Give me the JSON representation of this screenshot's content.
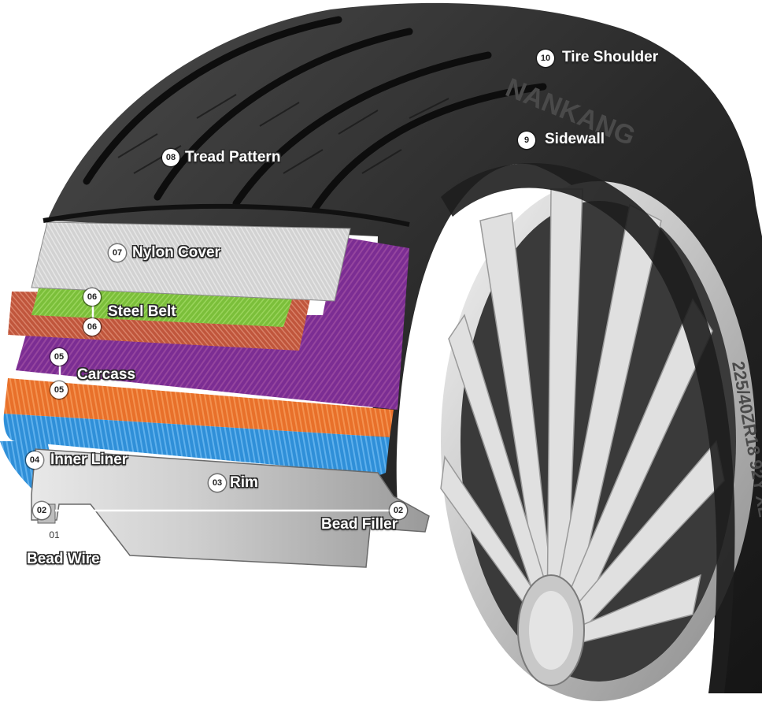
{
  "labels": {
    "tire_shoulder": {
      "num": "10",
      "text": "Tire Shoulder"
    },
    "sidewall": {
      "num": "9",
      "text": "Sidewall"
    },
    "tread_pattern": {
      "num": "08",
      "text": "Tread Pattern"
    },
    "nylon_cover": {
      "num": "07",
      "text": "Nylon Cover"
    },
    "steel_belt": {
      "num_top": "06",
      "num_bottom": "06",
      "text": "Steel Belt"
    },
    "carcass": {
      "num_top": "05",
      "num_bottom": "05",
      "text": "Carcass"
    },
    "inner_liner": {
      "num": "04",
      "text": "Inner Liner"
    },
    "rim": {
      "num": "03",
      "text": "Rim"
    },
    "bead_filler": {
      "num_left": "02",
      "num_right": "02",
      "text": "Bead Filler"
    },
    "bead_wire": {
      "num": "01",
      "text": "Bead Wire"
    }
  },
  "tire_markings": {
    "brand": "NANKANG",
    "size": "225/40ZR18 92Y XL"
  },
  "colors": {
    "nylon_cover": "#c8c8c8",
    "steel_belt": "#7bbf3a",
    "steel_belt_edge": "#c0563c",
    "carcass": "#7b2d93",
    "carcass_lower": "#e8702a",
    "inner_liner": "#2f8fd8",
    "rubber": "#2b2b2b"
  }
}
